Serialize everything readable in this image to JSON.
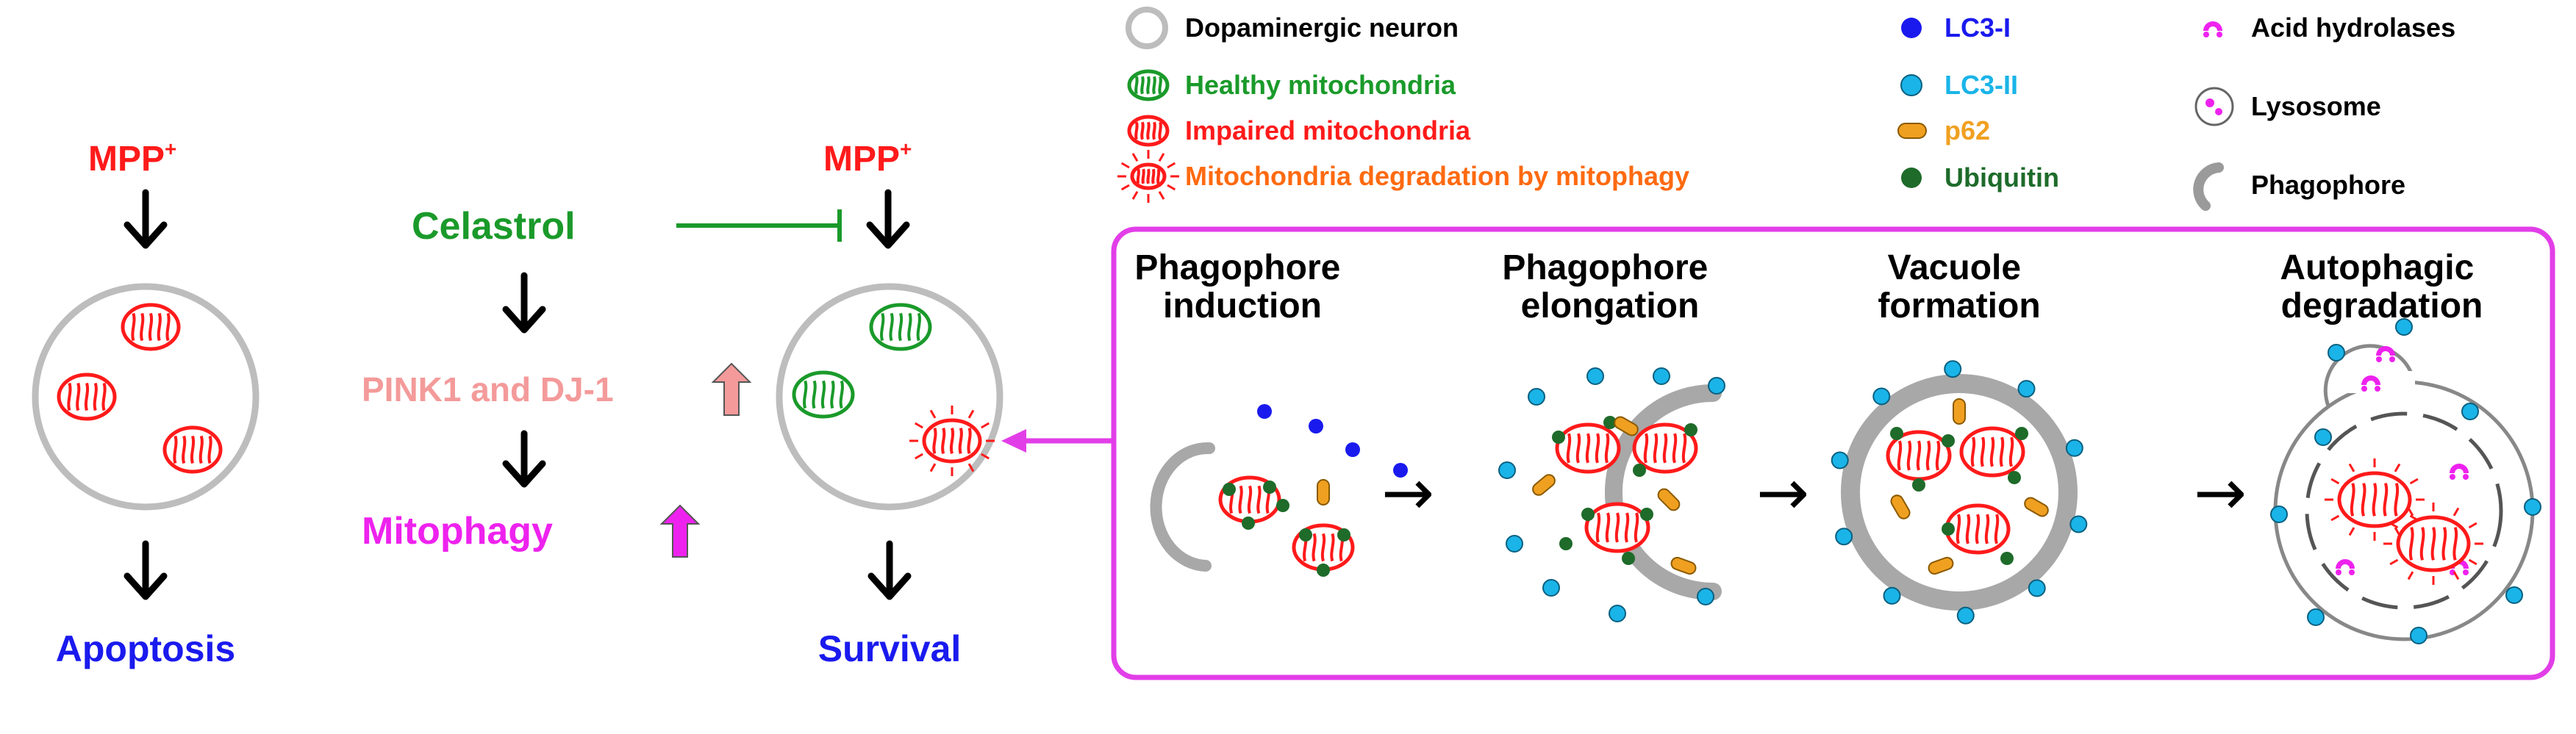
{
  "colors": {
    "red": "#ff1a1a",
    "green": "#1a9a2a",
    "blue": "#1a1aee",
    "pink": "#f49a9a",
    "magenta": "#ee22ee",
    "box_border": "#e23ee8",
    "orange_text": "#ff6a10",
    "lc3ii": "#1ab4e8",
    "p62": "#f0a020",
    "grey": "#bdbdbd",
    "dark_green": "#1e6b2a"
  },
  "left_panel": {
    "mpp_label": "MPP",
    "mpp_sup": "+",
    "outcome": "Apoptosis"
  },
  "middle_panel": {
    "celastrol": "Celastrol",
    "pink1_dj1": "PINK1 and DJ-1",
    "mitophagy": "Mitophagy",
    "mpp_label": "MPP",
    "mpp_sup": "+",
    "outcome": "Survival"
  },
  "legend": {
    "col1": [
      {
        "icon": "neuron-icon",
        "label": "Dopaminergic neuron",
        "color": "#000000"
      },
      {
        "icon": "healthy-mitochondria-icon",
        "label": "Healthy mitochondria",
        "color": "#1a9a2a"
      },
      {
        "icon": "impaired-mitochondria-icon",
        "label": "Impaired mitochondria",
        "color": "#ff1a1a"
      },
      {
        "icon": "degrading-mitochondria-icon",
        "label": "Mitochondria degradation by mitophagy",
        "color": "#ff6a10"
      }
    ],
    "col2": [
      {
        "icon": "lc3-i-icon",
        "label": "LC3-I",
        "color": "#1a1aee"
      },
      {
        "icon": "lc3-ii-icon",
        "label": "LC3-II",
        "color": "#1ab4e8"
      },
      {
        "icon": "p62-icon",
        "label": "p62",
        "color": "#f0a020"
      },
      {
        "icon": "ubiquitin-icon",
        "label": "Ubiquitin",
        "color": "#1e6b2a"
      }
    ],
    "col3": [
      {
        "icon": "acid-hydrolases-icon",
        "label": "Acid hydrolases",
        "color": "#000000"
      },
      {
        "icon": "lysosome-icon",
        "label": "Lysosome",
        "color": "#000000"
      },
      {
        "icon": "phagophore-icon",
        "label": "Phagophore",
        "color": "#000000"
      }
    ]
  },
  "stages": [
    {
      "line1": "Phagophore",
      "line2": "induction"
    },
    {
      "line1": "Phagophore",
      "line2": "elongation"
    },
    {
      "line1": "Vacuole",
      "line2": "formation"
    },
    {
      "line1": "Autophagic",
      "line2": "degradation"
    }
  ],
  "step_arrow": "→"
}
